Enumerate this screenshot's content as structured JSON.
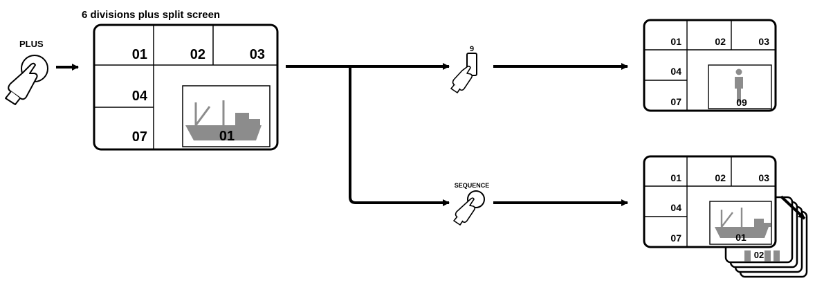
{
  "diagram": {
    "title": "6 divisions plus split screen",
    "buttons": {
      "plus_label": "PLUS",
      "nine_label": "9",
      "sequence_label": "SEQUENCE"
    },
    "main_screen": {
      "ch01": "01",
      "ch02": "02",
      "ch03": "03",
      "ch04": "04",
      "ch07": "07",
      "big_label": "01"
    },
    "top_result_screen": {
      "ch01": "01",
      "ch02": "02",
      "ch03": "03",
      "ch04": "04",
      "ch07": "07",
      "big_label": "09"
    },
    "bottom_result_screen": {
      "ch01": "01",
      "ch02": "02",
      "ch03": "03",
      "ch04": "04",
      "ch07": "07",
      "big_label": "01",
      "next_label": "02"
    },
    "colors": {
      "ink": "#000000",
      "figure_gray": "#8c8c8c",
      "hand_fill": "#ffffff"
    }
  }
}
